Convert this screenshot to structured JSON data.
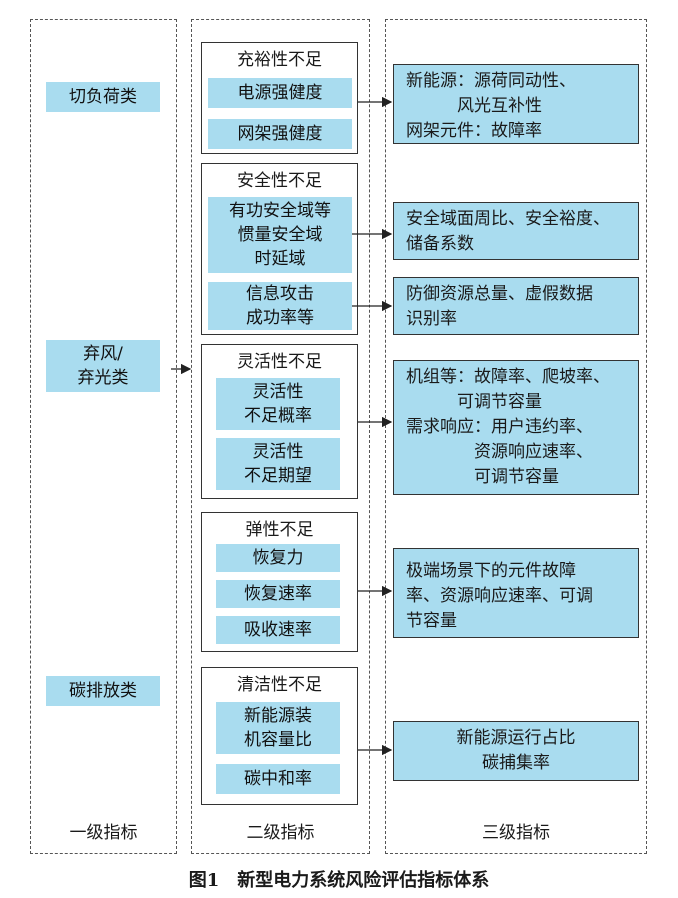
{
  "level1": {
    "items": [
      "切负荷类",
      "弃风/\n弃光类",
      "碳排放类"
    ],
    "footer": "一级指标"
  },
  "level2": {
    "groups": [
      {
        "title": "充裕性不足",
        "items": [
          "电源强健度",
          "网架强健度"
        ]
      },
      {
        "title": "安全性不足",
        "items": [
          "有功安全域等\n惯量安全域\n时延域",
          "信息攻击\n成功率等"
        ]
      },
      {
        "title": "灵活性不足",
        "items": [
          "灵活性\n不足概率",
          "灵活性\n不足期望"
        ]
      },
      {
        "title": "弹性不足",
        "items": [
          "恢复力",
          "恢复速率",
          "吸收速率"
        ]
      },
      {
        "title": "清洁性不足",
        "items": [
          "新能源装\n机容量比",
          "碳中和率"
        ]
      }
    ],
    "footer": "二级指标"
  },
  "level3": {
    "boxes": [
      [
        "新能源：源荷同动性、",
        "　　　风光互补性",
        "网架元件：故障率"
      ],
      [
        "安全域面周比、安全裕度、",
        "储备系数"
      ],
      [
        "防御资源总量、虚假数据",
        "识别率"
      ],
      [
        "机组等：故障率、爬坡率、",
        "　　　可调节容量",
        "需求响应：用户违约率、",
        "　　　　资源响应速率、",
        "　　　　可调节容量"
      ],
      [
        "极端场景下的元件故障",
        "率、资源响应速率、可调",
        "节容量"
      ],
      [
        "新能源运行占比",
        "碳捕集率"
      ]
    ],
    "footer": "三级指标"
  },
  "caption": "图1　新型电力系统风险评估指标体系"
}
